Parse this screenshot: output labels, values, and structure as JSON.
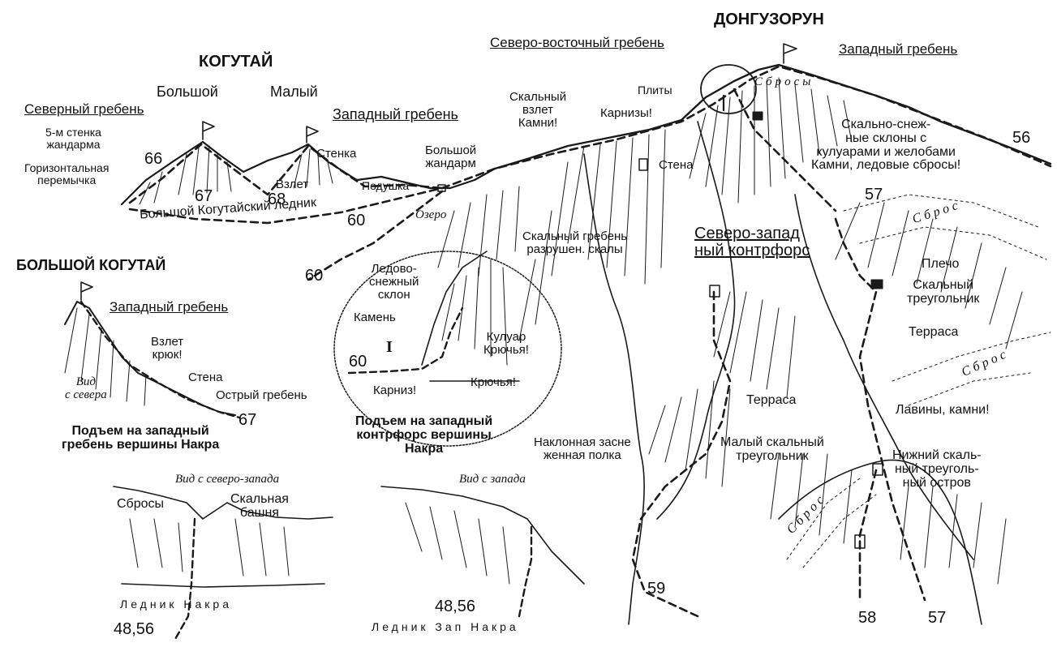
{
  "peaks": {
    "dongusorun": "ДОНГУЗОРУН",
    "kogutai": "КОГУТАЙ",
    "bolshoi": "Большой",
    "maly": "Малый",
    "bolshoi_kogutai": "БОЛЬШОЙ КОГУТАЙ"
  },
  "ridges": {
    "ne_ridge": "Северо-восточный гребень",
    "west_ridge_dong": "Западный гребень",
    "north_ridge": "Северный гребень",
    "west_ridge_kog": "Западный гребень",
    "west_ridge_bk": "Западный гребень",
    "nw_buttress": "Северо-запад\nный контрфорс"
  },
  "features": {
    "wall_5m": "5-м стенка\nжандарма",
    "horiz_saddle": "Горизонтальная\nперемычка",
    "stenka": "Стенка",
    "vzlet": "Взлет",
    "podushka": "Подушка",
    "big_gendarme": "Большой\nжандарм",
    "lake": "Озеро",
    "glacier": "Большой Когутайский ледник",
    "rock_rise": "Скальный\nвзлет\nКамни!",
    "plates": "Плиты",
    "cornices_top": "Карнизы!",
    "wall_top": "Стена",
    "drops_top": "Сбросы",
    "snow_slopes": "Скально-снеж-\nные склоны с\nкулуарами и желобами\nКамни, ледовые сбросы!",
    "ridge_destroyed": "Скальный гребень\nразрушен. скалы",
    "shoulder": "Плечо",
    "rock_triangle": "Скальный\nтреугольник",
    "terrace_right": "Терраса",
    "avalanches": "Лавины, камни!",
    "lower_triangle": "Нижний скаль-\nный треуголь-\nный остров",
    "small_triangle": "Малый скальный\nтреугольник",
    "terrace_mid": "Терраса",
    "inclined_shelf": "Наклонная засне\nженная полка",
    "drop_right1": "Сброс",
    "drop_right2": "Сброс",
    "drop_bottom": "Сброс",
    "vzlet_hook": "Взлет\nкрюк!",
    "stena_bk": "Стена",
    "sharp_ridge": "Острый гребень",
    "view_north": "Вид\nс севера",
    "ice_slope": "Ледово-\nснежный\nсклон",
    "stone": "Камень",
    "couloir": "Кулуар\nКрючья!",
    "hooks": "Крючья!",
    "cornice": "Карниз!",
    "roman": "I"
  },
  "insets": {
    "caption_left": "Подъем на западный\nгребень вершины Накра",
    "view_nw": "Вид с северо-запада",
    "drops_left": "Сбросы",
    "rock_tower": "Скальная\nбашня",
    "glacier_nakra": "Ледник Накра",
    "caption_mid": "Подъем на западный\nконтрфорс вершины\nНакра",
    "view_west": "Вид с запада",
    "glacier_west_nakra": "Ледник Зап Накра"
  },
  "routes": {
    "r66": "66",
    "r67a": "67",
    "r68": "68",
    "r60a": "60",
    "r60b": "60",
    "r60c": "60",
    "r56": "56",
    "r57a": "57",
    "r57b": "57",
    "r58": "58",
    "r59": "59",
    "r67b": "67",
    "r4856a": "48,56",
    "r4856b": "48,56"
  }
}
